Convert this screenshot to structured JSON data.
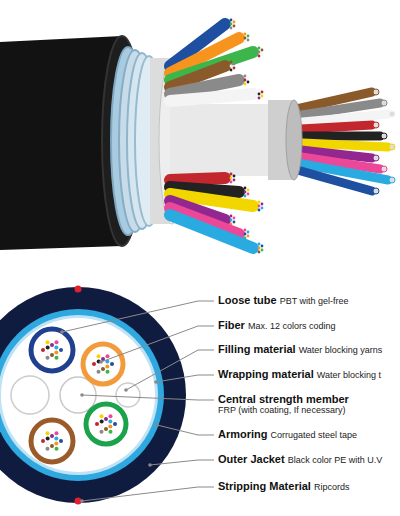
{
  "diagram": {
    "labels": [
      "Loose tube",
      "PBT with gel-free",
      "Fiber",
      "Max. 12 colors coding",
      "Filling material",
      "Water blocking yarns",
      "Wrapping material",
      "Water blocking t",
      "Central strength member",
      "FRP (with coating, If necessary)",
      "Armoring",
      "Corrugated steel tape",
      "Outer Jacket",
      "Black color PE with U.V",
      "Stripping Material",
      "Ripcords"
    ]
  }
}
